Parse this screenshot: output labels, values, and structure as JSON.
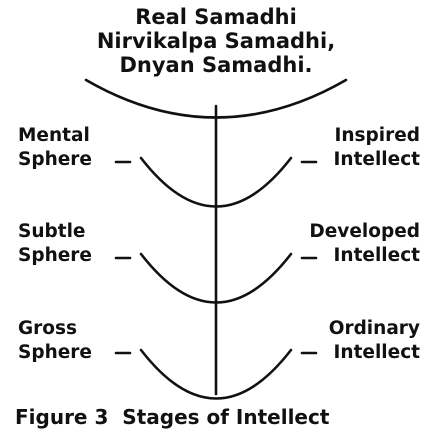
{
  "top": {
    "lines": [
      "Real Samadhi",
      "Nirvikalpa Samadhi,",
      "Dnyan Samadhi."
    ]
  },
  "left_levels": [
    {
      "lines": [
        "Mental",
        "Sphere"
      ]
    },
    {
      "lines": [
        "Subtle",
        "Sphere"
      ]
    },
    {
      "lines": [
        "Gross",
        "Sphere"
      ]
    }
  ],
  "right_levels": [
    {
      "lines": [
        "Inspired",
        "Intellect"
      ]
    },
    {
      "lines": [
        "Developed",
        "Intellect"
      ]
    },
    {
      "lines": [
        "Ordinary",
        "Intellect"
      ]
    }
  ],
  "caption": "Figure 3  Stages of Intellect",
  "colors": {
    "ink": "#111111",
    "background": "#ffffff"
  }
}
